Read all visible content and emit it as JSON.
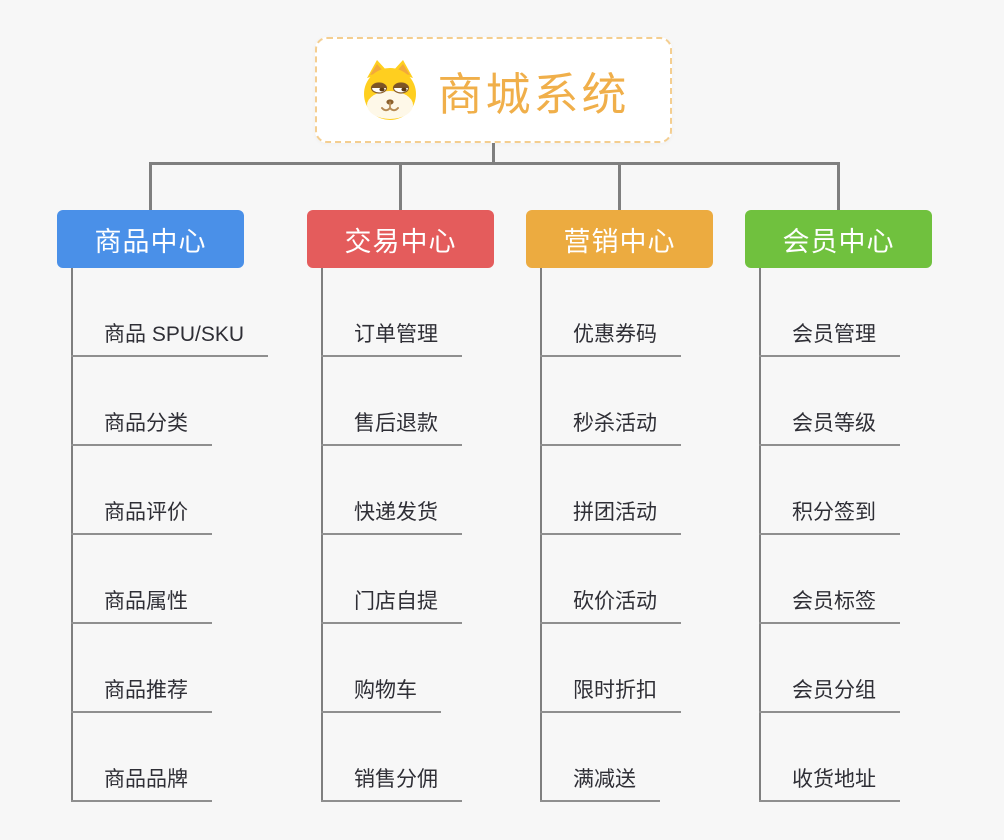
{
  "root": {
    "title": "商城系统",
    "title_color": "#f0af4a",
    "border_color": "#f4ce90",
    "icon": "shiba-dog-icon"
  },
  "connector_color": "#7f7f7f",
  "background_color": "#f7f7f7",
  "branches": [
    {
      "label": "商品中心",
      "color": "#4a90e8",
      "items": [
        "商品 SPU/SKU",
        "商品分类",
        "商品评价",
        "商品属性",
        "商品推荐",
        "商品品牌"
      ]
    },
    {
      "label": "交易中心",
      "color": "#e45c5c",
      "items": [
        "订单管理",
        "售后退款",
        "快递发货",
        "门店自提",
        "购物车",
        "销售分佣"
      ]
    },
    {
      "label": "营销中心",
      "color": "#ecab40",
      "items": [
        "优惠券码",
        "秒杀活动",
        "拼团活动",
        "砍价活动",
        "限时折扣",
        "满减送"
      ]
    },
    {
      "label": "会员中心",
      "color": "#70c13e",
      "items": [
        "会员管理",
        "会员等级",
        "积分签到",
        "会员标签",
        "会员分组",
        "收货地址"
      ]
    }
  ]
}
